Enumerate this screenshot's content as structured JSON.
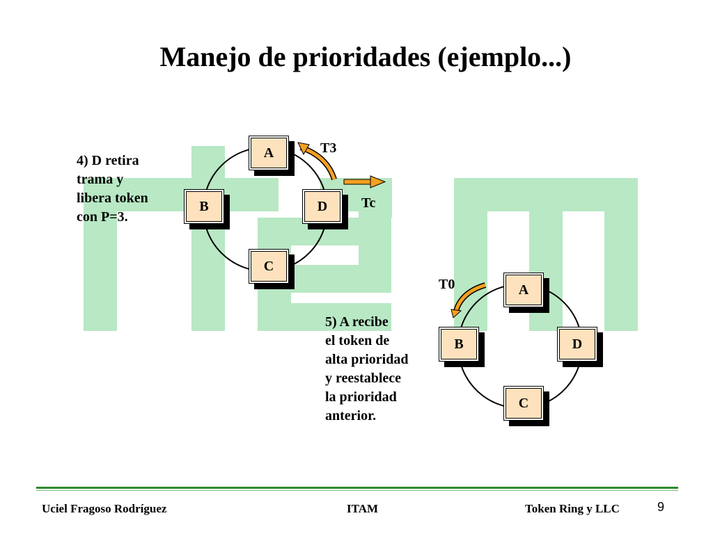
{
  "title": "Manejo de prioridades (ejemplo...)",
  "colors": {
    "watermark": "#b8e8c4",
    "node_fill": "#fde2bd",
    "arrow_fill": "#f5a020",
    "rule": "#2d8a2d"
  },
  "ring1": {
    "nodes": {
      "a": "A",
      "b": "B",
      "c": "C",
      "d": "D"
    },
    "token_label": "T3",
    "frame_label": "Tc",
    "caption": [
      "4) D retira",
      "trama y",
      "libera token",
      "con P=3."
    ]
  },
  "ring2": {
    "nodes": {
      "a": "A",
      "b": "B",
      "c": "C",
      "d": "D"
    },
    "token_label": "T0",
    "caption": [
      "5) A recibe",
      "el token de",
      "alta prioridad",
      "y reestablece",
      "la prioridad",
      "anterior."
    ]
  },
  "footer": {
    "author": "Uciel Fragoso Rodríguez",
    "institution": "ITAM",
    "topic": "Token Ring y LLC",
    "page": "9"
  }
}
